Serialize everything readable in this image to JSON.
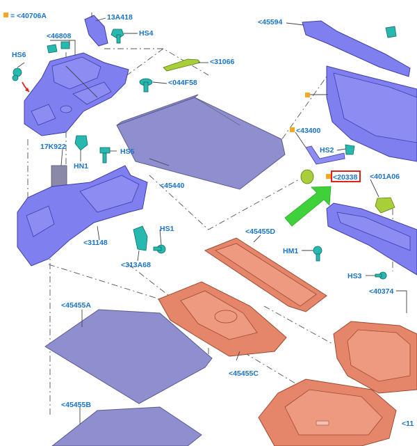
{
  "legend": {
    "marker_color": "#f5a623",
    "text": "= <40706A"
  },
  "labels": {
    "l13A418": "13A418",
    "lHS4": "HS4",
    "l46808": "<46808",
    "lHS6": "HS6",
    "l31066": "<31066",
    "l044F58": "<044F58",
    "l45594": "<45594",
    "l43400": "<43400",
    "lHS2": "HS2",
    "l20338": "<20338",
    "l401A06": "<401A06",
    "l17K922": "17K922",
    "lHN1": "HN1",
    "lHS5": "HS5",
    "l45440": "<45440",
    "lHS1": "HS1",
    "l31148": "<31148",
    "l313A68": "<313A68",
    "l45455D": "<45455D",
    "lHM1": "HM1",
    "lHS3": "HS3",
    "l40374": "<40374",
    "l45455A": "<45455A",
    "l45455C": "<45455C",
    "l45455B": "<45455B",
    "l11": "<11"
  },
  "colors": {
    "label_text": "#1a73c9",
    "highlight_box": "#e0201b",
    "pointer_arrow": "#3fd13a",
    "part_blue": "#7f7ff0",
    "part_orange": "#e5866a",
    "fastener_teal": "#27b8b0"
  },
  "highlight": {
    "label_key": "l20338",
    "arrow_icon": "green-pointer-arrow-icon"
  }
}
